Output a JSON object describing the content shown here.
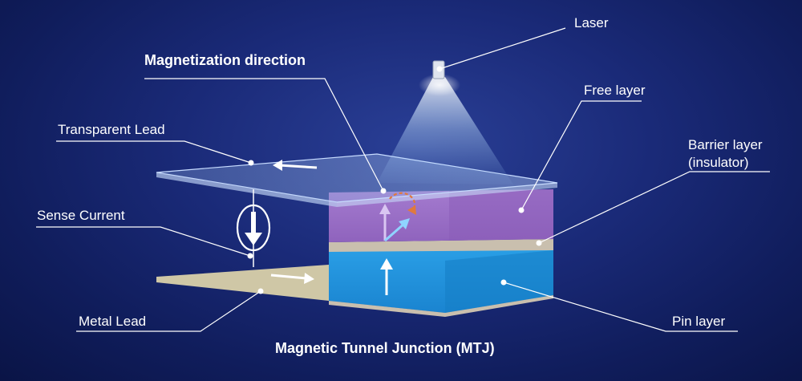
{
  "labels": {
    "laser": "Laser",
    "magnetization": "Magnetization direction",
    "free_layer": "Free layer",
    "transparent_lead": "Transparent Lead",
    "barrier_line1": "Barrier layer",
    "barrier_line2": "(insulator)",
    "sense_current": "Sense Current",
    "metal_lead": "Metal Lead",
    "pin_layer": "Pin layer",
    "caption": "Magnetic Tunnel Junction (MTJ)"
  },
  "colors": {
    "free_layer": "#9b6fc4",
    "pin_layer": "#1d8fd8",
    "barrier_layer": "#c9bfae",
    "metal_lead": "#cfc7a6",
    "accent_orange": "#e07a3c"
  }
}
